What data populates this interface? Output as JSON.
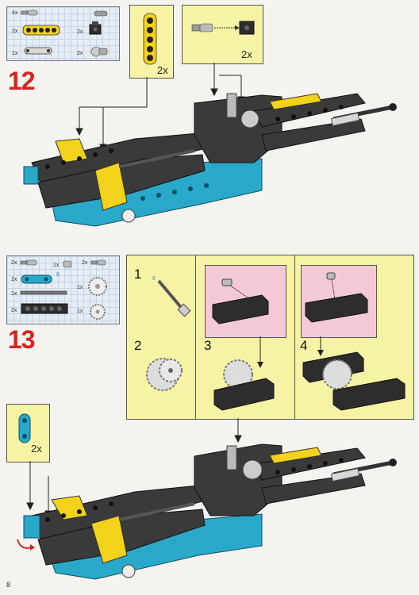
{
  "page": {
    "number": "8"
  },
  "step12": {
    "number": "12",
    "parts": [
      {
        "qty": "4x",
        "name": "axle-pin"
      },
      {
        "qty": "2x",
        "name": "yellow-beam-5"
      },
      {
        "qty": "2x",
        "name": "black-brick"
      },
      {
        "qty": "1x",
        "name": "grey-connector"
      },
      {
        "qty": "2x",
        "name": "grey-pin-joint"
      }
    ],
    "callouts": [
      {
        "qty": "2x",
        "name": "yellow-beam-callout"
      },
      {
        "qty": "2x",
        "name": "pin-brick-callout"
      }
    ]
  },
  "step13": {
    "number": "13",
    "parts": [
      {
        "qty": "2x",
        "name": "axle-pin"
      },
      {
        "qty": "1x",
        "name": "bushing"
      },
      {
        "qty": "2x",
        "name": "pin"
      },
      {
        "qty": "2x",
        "name": "blue-link"
      },
      {
        "qty": "6",
        "name": "blue-link-length"
      },
      {
        "qty": "1x",
        "name": "axle"
      },
      {
        "qty": "1x",
        "name": "gear-large"
      },
      {
        "qty": "2x",
        "name": "black-beam-6"
      },
      {
        "qty": "1x",
        "name": "gear-small"
      }
    ],
    "substeps": [
      {
        "number": "1",
        "label": "6"
      },
      {
        "number": "2"
      },
      {
        "number": "3"
      },
      {
        "number": "4"
      }
    ],
    "callout": {
      "qty": "2x"
    }
  },
  "colors": {
    "step_number": "#d8231c",
    "callout_yellow": "#f7f3a5",
    "callout_pink": "#f3c9d6",
    "parts_blue": "#e6ecf4",
    "brick_black": "#3a3a3a",
    "brick_blue": "#2aa8c9",
    "brick_yellow": "#f2d21a"
  }
}
